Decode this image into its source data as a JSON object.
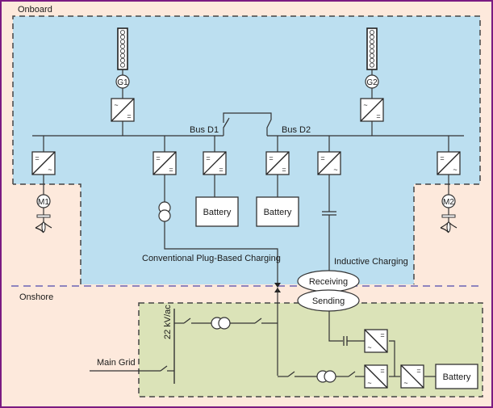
{
  "colors": {
    "onboard_fill": "#bcdff0",
    "onshore_bg": "#fde9dc",
    "station_fill": "#dbe3b8",
    "frame": "#7b1a82",
    "zone_divider": "#6b63b5"
  },
  "zones": {
    "onboard": "Onboard",
    "onshore": "Onshore"
  },
  "generators": [
    {
      "id": "G1",
      "label": "G1"
    },
    {
      "id": "G2",
      "label": "G2"
    }
  ],
  "motors": [
    {
      "id": "M1",
      "label": "M1"
    },
    {
      "id": "M2",
      "label": "M2"
    }
  ],
  "buses": {
    "d1": "Bus D1",
    "d2": "Bus D2"
  },
  "onboard_batteries": [
    "Battery",
    "Battery"
  ],
  "charging": {
    "conventional": "Conventional Plug-Based Charging",
    "inductive": "Inductive Charging",
    "receiving": "Receiving",
    "sending": "Sending"
  },
  "onshore": {
    "voltage": "22 kV/ac",
    "main_grid": "Main Grid",
    "battery": "Battery"
  },
  "converter_symbols": {
    "ac": "~",
    "dc": "="
  }
}
